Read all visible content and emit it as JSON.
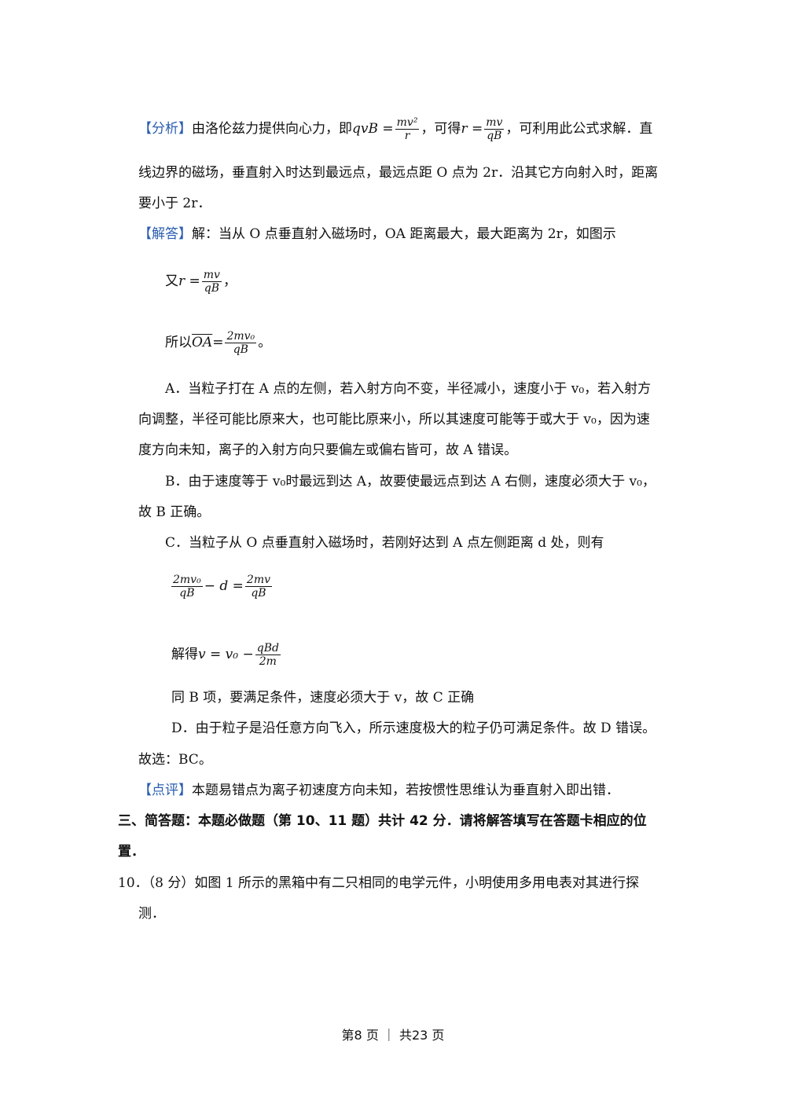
{
  "analysis": {
    "tag": "【分析】",
    "line1_a": "由洛伦兹力提供向心力，即",
    "f1_lhs": "qvB =",
    "f1_num": "mv²",
    "f1_den": "r",
    "line1_b": "，可得",
    "f2_lhs": "r =",
    "f2_num": "mv",
    "f2_den": "qB",
    "line1_c": "，可利用此公式求解．直",
    "line2": "线边界的磁场，垂直射入时达到最远点，最远点距 O 点为 2r．沿其它方向射入时，距离",
    "line3": "要小于 2r．"
  },
  "answer": {
    "tag": "【解答】",
    "line1": "解：当从 O 点垂直射入磁场时，OA 距离最大，最大距离为 2r，如图示",
    "eq1_prefix": "又",
    "eq1_lhs": "r =",
    "eq1_num": "mv",
    "eq1_den": "qB",
    "eq1_suffix": "，",
    "eq2_prefix": "所以",
    "eq2_over": "OA",
    "eq2_eq": "=",
    "eq2_num": "2mv₀",
    "eq2_den": "qB",
    "eq2_suffix": "。",
    "a1": "A．当粒子打在 A 点的左侧，若入射方向不变，半径减小，速度小于 v₀，若入射方",
    "a2": "向调整，半径可能比原来大，也可能比原来小，所以其速度可能等于或大于 v₀，因为速",
    "a3": "度方向未知，离子的入射方向只要偏左或偏右皆可，故 A 错误。",
    "b1": "B．由于速度等于 v₀时最远到达 A，故要使最远点到达 A 右侧，速度必须大于 v₀，",
    "b2": "故 B 正确。",
    "c1": "C．当粒子从 O 点垂直射入磁场时，若刚好达到 A 点左侧距离 d 处，则有",
    "eq3_num1": "2mv₀",
    "eq3_den1": "qB",
    "eq3_mid": "− d =",
    "eq3_num2": "2mv",
    "eq3_den2": "qB",
    "eq4_prefix": "解得",
    "eq4_lhs": "v = v₀ −",
    "eq4_num": "qBd",
    "eq4_den": "2m",
    "c2": "同 B 项，要满足条件，速度必须大于 v，故 C 正确",
    "d1": "D．由于粒子是沿任意方向飞入，所示速度极大的粒子仍可满足条件。故 D 错误。",
    "choose": "故选：BC。"
  },
  "comment": {
    "tag": "【点评】",
    "text": "本题易错点为离子初速度方向未知，若按惯性思维认为垂直射入即出错．"
  },
  "section3": {
    "line1": "三、简答题：本题必做题（第 10、11 题）共计 42 分．请将解答填写在答题卡相应的位",
    "line2": "置．"
  },
  "q10": {
    "line1": "10．（8 分）如图 1 所示的黑箱中有二只相同的电学元件，小明使用多用电表对其进行探",
    "line2": "测．"
  },
  "footer": "第8 页 ｜ 共23 页"
}
